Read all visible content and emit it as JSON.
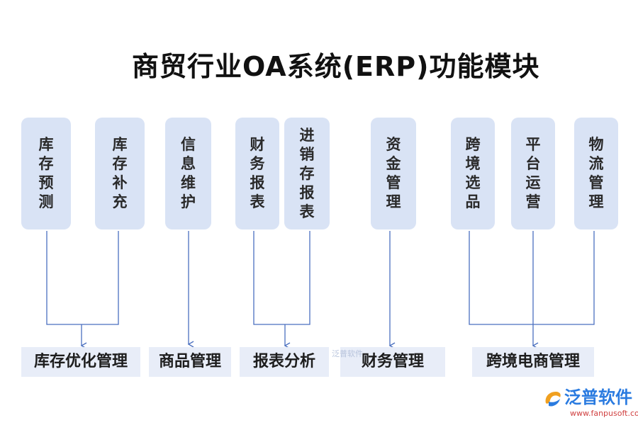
{
  "title": "商贸行业OA系统(ERP)功能模块",
  "modules": [
    {
      "label": "库存预测"
    },
    {
      "label": "库存补充"
    },
    {
      "label": "信息维护"
    },
    {
      "label": "财务报表"
    },
    {
      "label": "进销存报表"
    },
    {
      "label": "资金管理"
    },
    {
      "label": "跨境选品"
    },
    {
      "label": "平台运营"
    },
    {
      "label": "物流管理"
    }
  ],
  "categories": [
    {
      "label": "库存优化管理"
    },
    {
      "label": "商品管理"
    },
    {
      "label": "报表分析"
    },
    {
      "label": "财务管理"
    },
    {
      "label": "跨境电商管理"
    }
  ],
  "watermark": {
    "brand": "泛普软件",
    "url": "www.fanpusoft.com",
    "center_text": "泛普软件"
  },
  "colors": {
    "box_fill": "#d9e3f5",
    "category_fill": "#e8edf8",
    "connector": "#4a6fbf",
    "brand": "#2a7be0"
  }
}
